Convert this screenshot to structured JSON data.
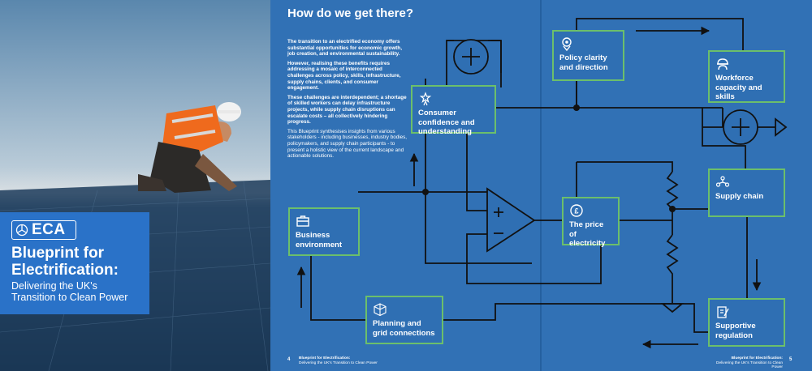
{
  "brand": {
    "logo_text": "ECA"
  },
  "cover": {
    "title": "Blueprint for Electrification:",
    "subtitle": "Delivering the UK's Transition to Clean Power"
  },
  "page": {
    "title": "How do we get there?"
  },
  "intro": {
    "p1": "The transition to an electrified economy offers substantial opportunities for economic growth, job creation, and environmental sustainability.",
    "p2": "However, realising these benefits requires addressing a mosaic of interconnected challenges across policy, skills, infrastructure, supply chains, clients, and consumer engagement.",
    "p3": "These challenges are interdependent; a shortage of skilled workers can delay infrastructure projects, while supply chain disruptions can escalate costs – all collectively hindering progress.",
    "p4": "This Blueprint synthesises insights from various stakeholders - including businesses, industry bodies, policymakers, and supply chain participants - to present a holistic view of the current landscape and actionable solutions."
  },
  "boxes": {
    "policy": "Policy clarity and direction",
    "workforce": "Workforce capacity and skills",
    "consumer": "Consumer confidence and understanding",
    "supply": "Supply chain",
    "business": "Business environment",
    "price": "The price of electricity",
    "planning": "Planning and grid connections",
    "regulation": "Supportive regulation"
  },
  "icons": {
    "policy": "location-pin-icon",
    "workforce": "worker-helmet-icon",
    "consumer": "star-person-icon",
    "supply": "network-people-icon",
    "business": "briefcase-icon",
    "price": "pound-coin-icon",
    "planning": "grid-cube-icon",
    "regulation": "document-pen-icon"
  },
  "footer": {
    "left_page": "4",
    "right_page": "5",
    "left_title": "Blueprint for Electrification:",
    "left_sub": "Delivering the UK's Transition to Clean Power",
    "right_title": "Blueprint for Electrification:",
    "right_sub": "Delivering the UK's Transition to Clean Power"
  },
  "colors": {
    "page_blue": "#2f6fb3",
    "box_border": "#6cbf6b",
    "cover_panel": "#2a72c8",
    "line": "#111111"
  }
}
